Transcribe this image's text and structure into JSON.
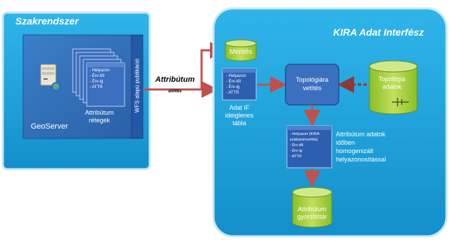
{
  "left_panel": {
    "title": "Szakrendszer",
    "server_label": "GeoServer",
    "layers_label": [
      "Attribútum",
      "rétegek"
    ],
    "doc_lines": [
      "- Helyazon",
      "- Érv-től",
      "- Érv-ig",
      "- ATTR"
    ],
    "wfs_label": "WFS alapú publikáció"
  },
  "transfer": {
    "main": "Attribútum",
    "sub": "átöltés"
  },
  "right_panel": {
    "title": "KIRA Adat Interfész",
    "mentes": "Mentés",
    "temp_table": {
      "lines": [
        "- Helyazon",
        "- Érv-től",
        "- Érv-ig",
        "- ATTR"
      ],
      "caption": [
        "Adat IF",
        "ideiglenes",
        "tábla"
      ]
    },
    "process": [
      "Topológiára",
      "vetítés"
    ],
    "topo_db": [
      "Topológia",
      "adatok"
    ],
    "result_table": {
      "lines": [
        "- Helyazon (KIRA",
        "szakazonosítóa)",
        "- Érv-től",
        "- Érv-ig",
        "- ATTR"
      ]
    },
    "result_note": [
      "Attribútum adatok",
      "időben",
      "homogenizált",
      "helyazonosítással"
    ],
    "cache_db": [
      "Attribútum",
      "gyorsítótár"
    ]
  },
  "colors": {
    "panel_blue": "#1ba0d8",
    "inner_blue": "#2f6fb9",
    "green_db": "#a6cf3b",
    "arrow_red": "#c0504d"
  }
}
